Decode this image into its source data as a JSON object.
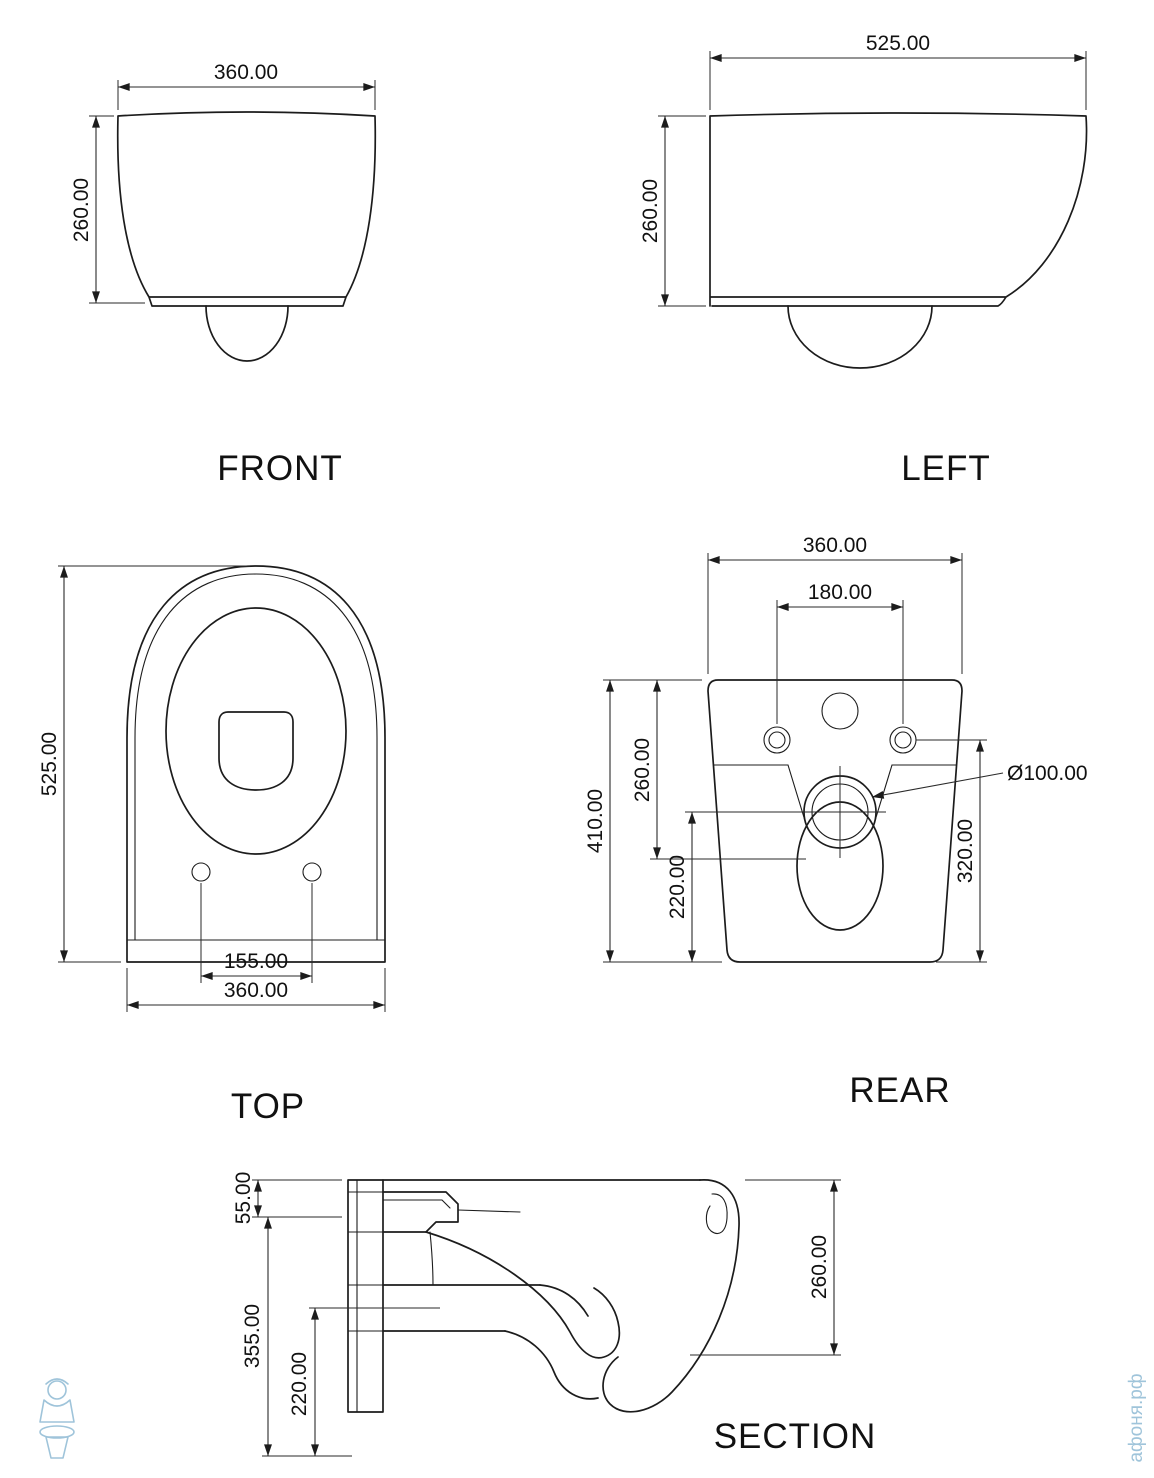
{
  "watermark": {
    "site": "афоня.рф"
  },
  "views": {
    "front": {
      "label": "FRONT",
      "dims": {
        "width": "360.00",
        "height": "260.00"
      }
    },
    "left": {
      "label": "LEFT",
      "dims": {
        "depth": "525.00",
        "height": "260.00"
      }
    },
    "top": {
      "label": "TOP",
      "dims": {
        "depth": "525.00",
        "seat_holes": "155.00",
        "width": "360.00"
      }
    },
    "rear": {
      "label": "REAR",
      "dims": {
        "width": "360.00",
        "fixing_holes": "180.00",
        "total_height": "410.00",
        "upper_height": "260.00",
        "drain_height": "220.00",
        "drain_diameter": "Ø100.00",
        "right_height": "320.00"
      }
    },
    "section": {
      "label": "SECTION",
      "dims": {
        "inlet_offset": "55.00",
        "left_height": "355.00",
        "outlet_height": "220.00",
        "right_height": "260.00"
      }
    }
  }
}
